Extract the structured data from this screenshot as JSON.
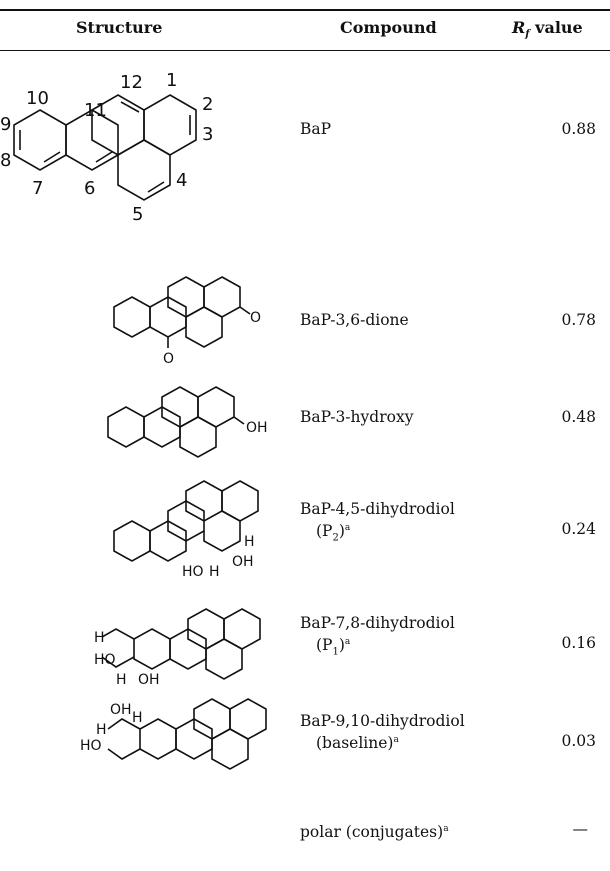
{
  "table": {
    "headers": {
      "structure": "Structure",
      "compound": "Compound",
      "rf_main": "R",
      "rf_sub": "f",
      "rf_tail": " value"
    },
    "rows": [
      {
        "compound": "BaP",
        "compound_sub": "",
        "value": "0.88",
        "numbering": [
          "12",
          "1",
          "2",
          "3",
          "4",
          "5",
          "6",
          "7",
          "8",
          "9",
          "10",
          "11"
        ]
      },
      {
        "compound": "BaP-3,6-dione",
        "compound_sub": "",
        "value": "0.78",
        "labels": [
          "O",
          "O"
        ]
      },
      {
        "compound": "BaP-3-hydroxy",
        "compound_sub": "",
        "value": "0.48",
        "labels": [
          "OH"
        ]
      },
      {
        "compound": "BaP-4,5-dihydrodiol",
        "compound_sub": "(P",
        "compound_sub_num": "2",
        "compound_sub_tail": ")",
        "marker": "a",
        "value": "0.24",
        "labels": [
          "H",
          "OH",
          "HO",
          "H"
        ]
      },
      {
        "compound": "BaP-7,8-dihydrodiol",
        "compound_sub": "(P",
        "compound_sub_num": "1",
        "compound_sub_tail": ")",
        "marker": "a",
        "value": "0.16",
        "labels": [
          "H",
          "HO",
          "H",
          "OH"
        ]
      },
      {
        "compound": "BaP-9,10-dihydrodiol",
        "compound_sub": "(baseline)",
        "marker": "a",
        "value": "0.03",
        "labels": [
          "OH",
          "H",
          "H",
          "HO"
        ]
      },
      {
        "compound": "polar (conjugates)",
        "compound_sub": "",
        "marker": "a",
        "value": "—"
      }
    ]
  }
}
